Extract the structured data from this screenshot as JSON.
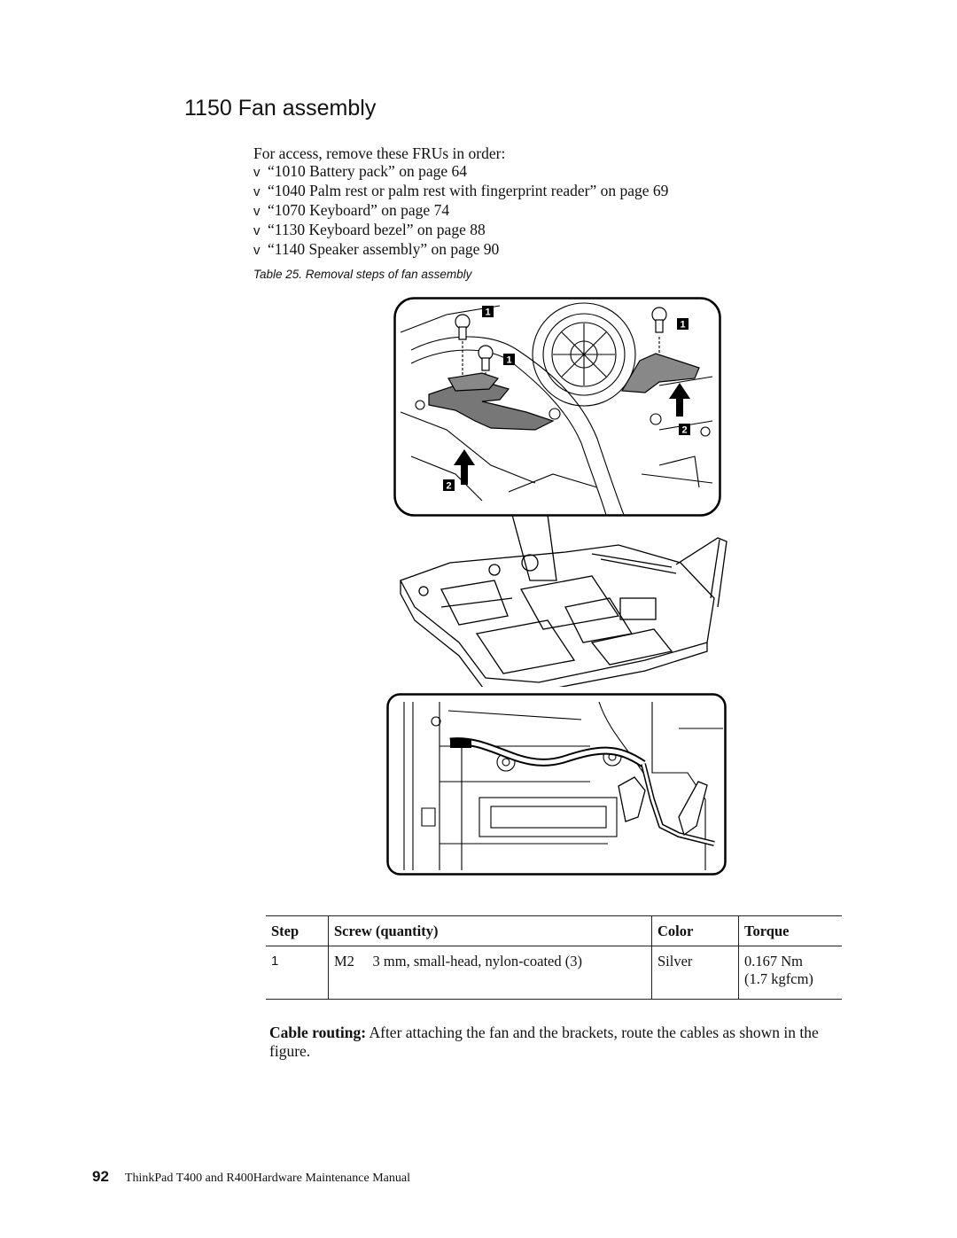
{
  "heading": "1150 Fan assembly",
  "intro": "For access, remove these FRUs in order:",
  "bullet_char": "v",
  "fru_list": [
    "“1010 Battery pack” on page 64",
    "“1040 Palm rest or palm rest with fingerprint reader” on page 69",
    "“1070 Keyboard” on page 74",
    "“1130 Keyboard bezel” on page 88",
    "“1140 Speaker assembly” on page 90"
  ],
  "table_caption": "Table 25. Removal steps of fan assembly",
  "figure_callouts": [
    "1",
    "1",
    "1",
    "2",
    "2"
  ],
  "steps_table": {
    "headers": [
      "Step",
      "Screw (quantity)",
      "Color",
      "Torque"
    ],
    "rows": [
      {
        "step": "1",
        "screw": "M2     3 mm, small-head, nylon-coated (3)",
        "color": "Silver",
        "torque_line1": "0.167 Nm",
        "torque_line2": "(1.7 kgfcm)"
      }
    ]
  },
  "cable_routing": {
    "label": "Cable routing:",
    "text": "After attaching the fan and the brackets, route the cables as shown in the figure."
  },
  "footer": {
    "page_number": "92",
    "title": "ThinkPad T400 and R400Hardware Maintenance Manual"
  }
}
